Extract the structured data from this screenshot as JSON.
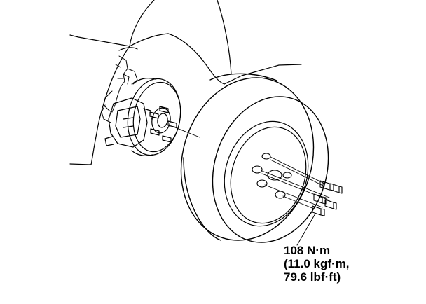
{
  "torque": {
    "line1": "108 N·m",
    "line2": "(11.0 kgf·m,",
    "line3": "79.6 lbf·ft)"
  },
  "colors": {
    "ink": "#000000",
    "paper": "#ffffff"
  }
}
